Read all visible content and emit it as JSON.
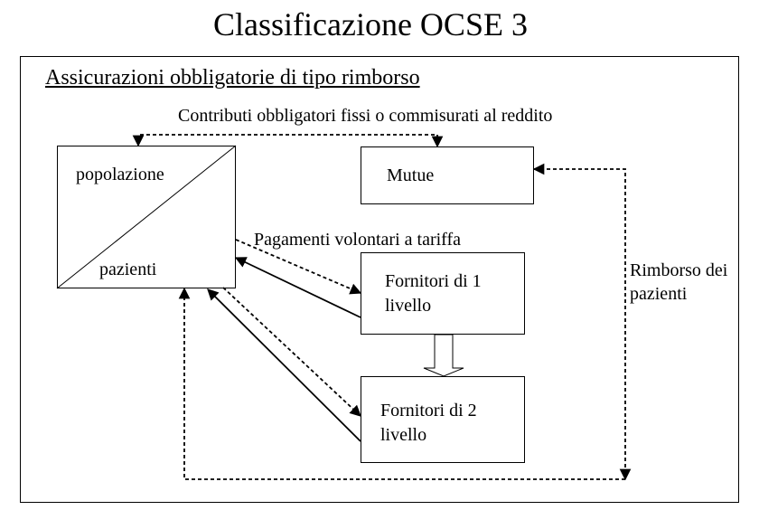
{
  "title": "Classificazione OCSE 3",
  "subtitle": "Assicurazioni obbligatorie di tipo rimborso",
  "labels": {
    "contributions": "Contributi obbligatori fissi o commisurati al reddito",
    "voluntary_payments": "Pagamenti volontari a tariffa",
    "reimbursement": "Rimborso dei\npazienti"
  },
  "nodes": {
    "population": "popolazione",
    "patients": "pazienti",
    "mutue": "Mutue",
    "provider1": "Fornitori di 1\nlivello",
    "provider2": "Fornitori di 2\nlivello"
  }
}
